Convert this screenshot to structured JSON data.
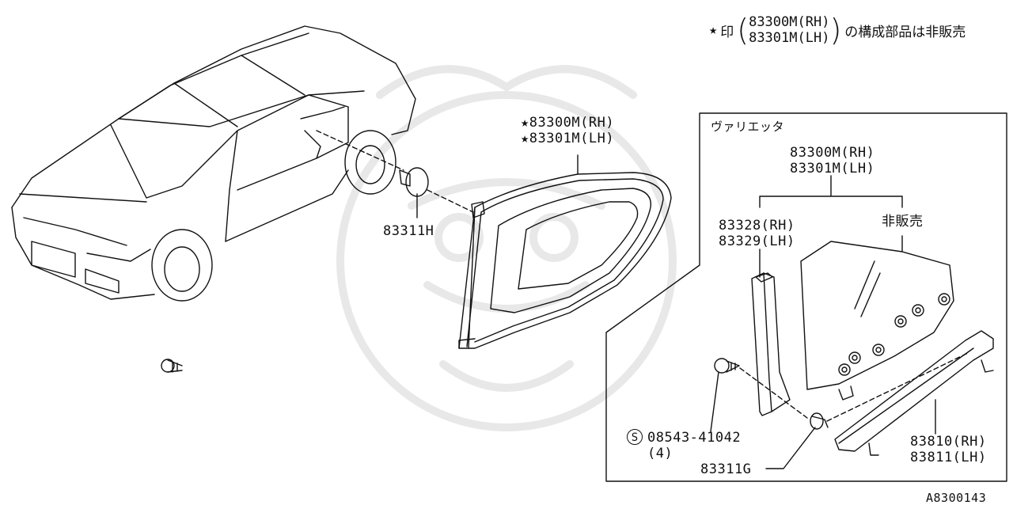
{
  "note": {
    "star": "★",
    "prefix": "印",
    "line1": "83300M(RH)",
    "line2": "83301M(LH)",
    "suffix": "の構成部品は非販売"
  },
  "labels": {
    "clip_83311h": "83311H",
    "main_rh": "★83300M(RH)",
    "main_lh": "★83301M(LH)",
    "variant_title": "ヴァリエッタ",
    "var_rh": "83300M(RH)",
    "var_lh": "83301M(LH)",
    "pillar_rh": "83328(RH)",
    "pillar_lh": "83329(LH)",
    "not_sold": "非販売",
    "screw_s": "S",
    "screw_part": "08543-41042",
    "screw_qty": "(4)",
    "clip_83311g": "83311G",
    "trim_rh": "83810(RH)",
    "trim_lh": "83811(LH)",
    "diagram_id": "A8300143"
  }
}
